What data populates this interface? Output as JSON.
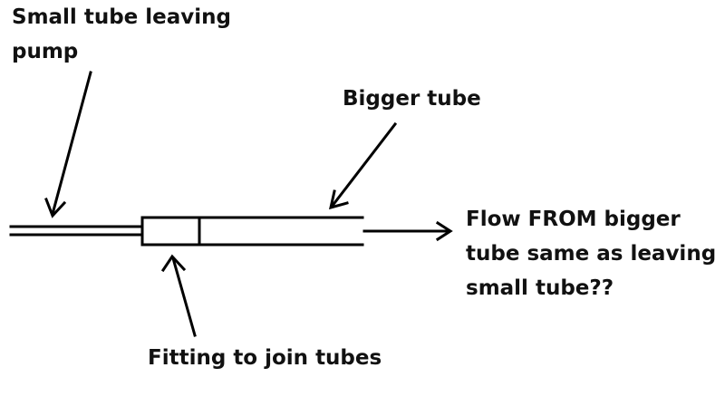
{
  "labels": {
    "small_tube": [
      "Small tube leaving",
      "pump"
    ],
    "bigger_tube": "Bigger tube",
    "fitting": "Fitting to join tubes",
    "flow_question": [
      "Flow FROM bigger",
      "tube same as leaving",
      "small tube??"
    ]
  },
  "colors": {
    "ink": "#000000",
    "text": "#111111",
    "background": "#ffffff"
  }
}
